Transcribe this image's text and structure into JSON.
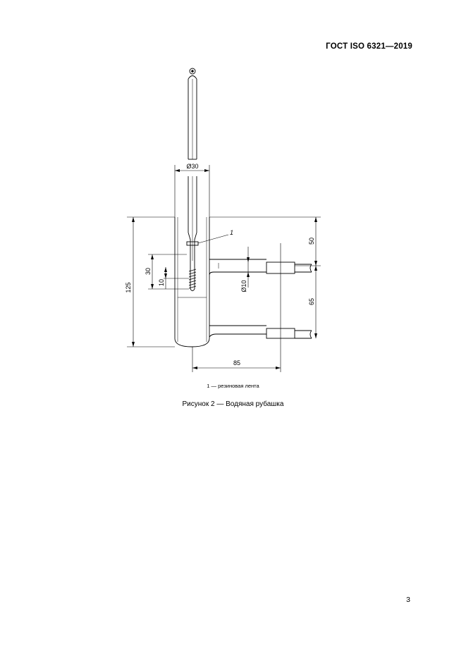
{
  "header": {
    "standard": "ГОСТ ISO 6321—2019"
  },
  "figure": {
    "dims": {
      "diameter_top": "Ø30",
      "height_total": "125",
      "height_upper": "50",
      "height_lower": "65",
      "width": "85",
      "depth_30": "30",
      "depth_10": "10",
      "pipe_diameter": "Ø10"
    },
    "callout": "1",
    "legend": "1 — резиновая лента",
    "caption": "Рисунок 2 — Водяная рубашка"
  },
  "footer": {
    "page_number": "3"
  }
}
